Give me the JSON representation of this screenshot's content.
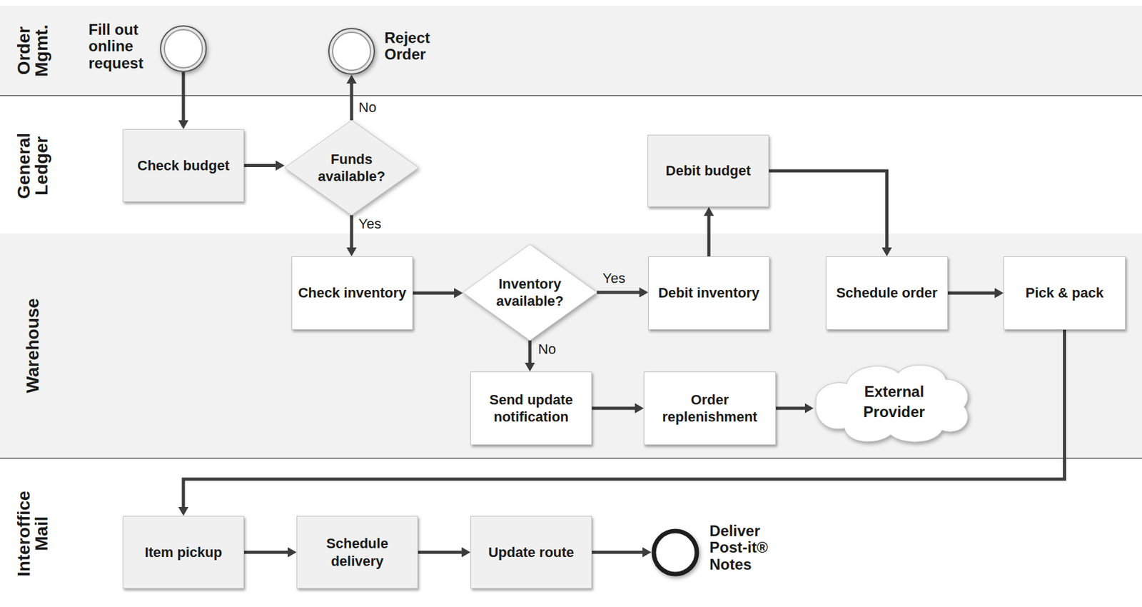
{
  "diagram": {
    "nodes": [
      {
        "text": [
          "Order Mgmt."
        ]
      },
      {
        "text": [
          "Fill out online request"
        ],
        "in": 0
      },
      {
        "text": [
          "Reject Order"
        ],
        "in": 0
      },
      {
        "text": [
          "General Ledger"
        ]
      },
      {
        "text": [
          "Check budget"
        ],
        "in": 3
      },
      {
        "text": [
          "Funds available?"
        ],
        "in": 3
      },
      {
        "text": [
          "Debit budget"
        ],
        "in": 3
      },
      {
        "text": [
          "Warehouse"
        ]
      },
      {
        "text": [
          "Check inventory"
        ],
        "in": 7
      },
      {
        "text": [
          "Inventory available?"
        ],
        "in": 7
      },
      {
        "text": [
          "Debit inventory"
        ],
        "in": 7
      },
      {
        "text": [
          "Schedule order"
        ],
        "in": 7
      },
      {
        "text": [
          "Pick & pack"
        ],
        "in": 7
      },
      {
        "text": [
          "Send update notification"
        ],
        "in": 7
      },
      {
        "text": [
          "Order replenishment"
        ],
        "in": 7
      },
      {
        "text": [
          "External Provider"
        ],
        "in": 7
      },
      {
        "text": [
          "Interoffice Mail"
        ]
      },
      {
        "text": [
          "Item pickup"
        ],
        "in": 16
      },
      {
        "text": [
          "Schedule delivery"
        ],
        "in": 16
      },
      {
        "text": [
          "Update route"
        ],
        "in": 16
      },
      {
        "text": [
          "Deliver Post-it® Notes"
        ],
        "in": 16
      }
    ],
    "edges": [
      {
        "from": 1,
        "to": 4,
        "arrow": "to"
      },
      {
        "from": 4,
        "to": 5,
        "arrow": "to"
      },
      {
        "from": 5,
        "to": 2,
        "label": "No",
        "arrow": "to"
      },
      {
        "from": 5,
        "to": 8,
        "label": "Yes",
        "arrow": "to"
      },
      {
        "from": 8,
        "to": 9,
        "arrow": "to"
      },
      {
        "from": 9,
        "to": 10,
        "label": "Yes",
        "arrow": "to"
      },
      {
        "from": 9,
        "to": 13,
        "label": "No",
        "arrow": "to"
      },
      {
        "from": 10,
        "to": 6,
        "arrow": "to"
      },
      {
        "from": 6,
        "to": 11,
        "arrow": "to"
      },
      {
        "from": 11,
        "to": 12,
        "arrow": "to"
      },
      {
        "from": 12,
        "to": 17,
        "arrow": "to"
      },
      {
        "from": 13,
        "to": 14,
        "arrow": "to"
      },
      {
        "from": 14,
        "to": 15,
        "arrow": "to"
      },
      {
        "from": 17,
        "to": 18,
        "arrow": "to"
      },
      {
        "from": 18,
        "to": 19,
        "arrow": "to"
      },
      {
        "from": 19,
        "to": 20,
        "arrow": "to"
      }
    ]
  }
}
